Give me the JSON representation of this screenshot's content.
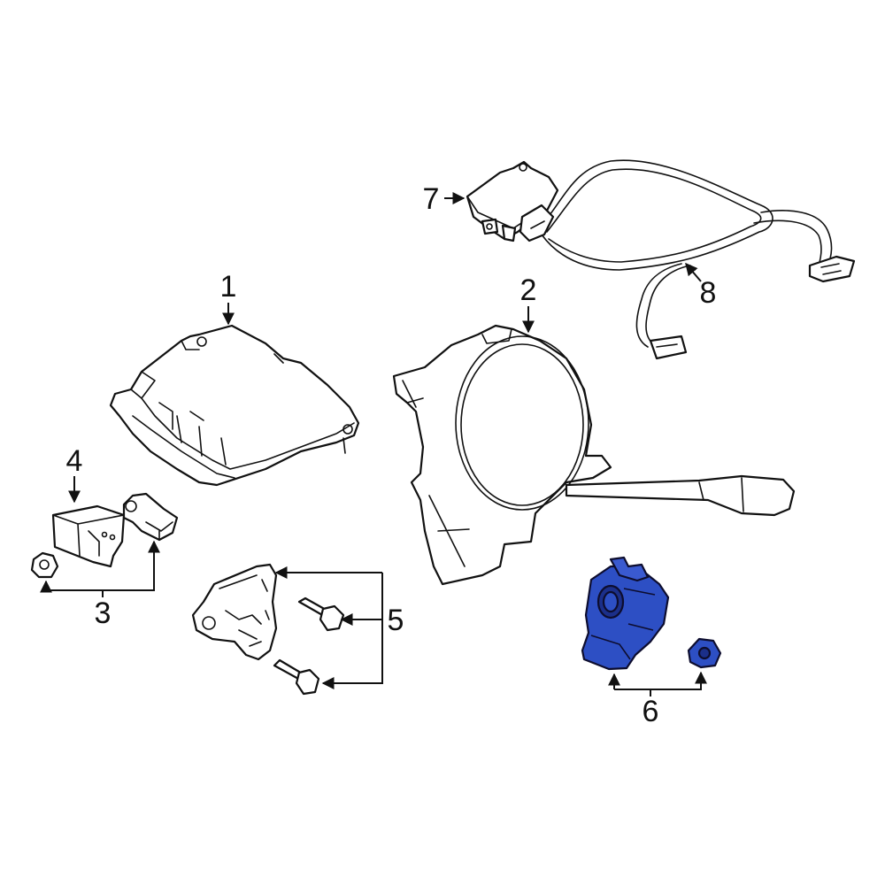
{
  "colors": {
    "line": "#111111",
    "background": "#ffffff",
    "highlight": "#2d4fc4",
    "highlight_dark": "#1b2f8a"
  },
  "callouts": [
    {
      "id": "1",
      "label": "1"
    },
    {
      "id": "2",
      "label": "2"
    },
    {
      "id": "3",
      "label": "3"
    },
    {
      "id": "4",
      "label": "4"
    },
    {
      "id": "5",
      "label": "5"
    },
    {
      "id": "6",
      "label": "6"
    },
    {
      "id": "7",
      "label": "7"
    },
    {
      "id": "8",
      "label": "8"
    }
  ],
  "highlighted_callout": "6"
}
